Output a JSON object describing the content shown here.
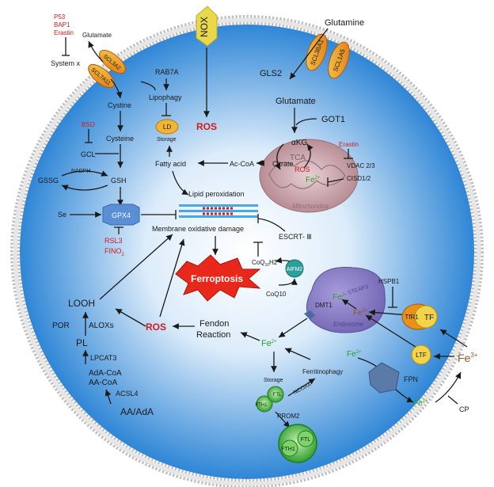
{
  "colors": {
    "cell_fill_center": "#ffffff",
    "cell_fill_edge": "#2f86d6",
    "membrane_head": "#d9d9d9",
    "text": "#1a1a1a",
    "highlight_red": "#d01c1c",
    "iron_green": "#2aa12a",
    "mito_fill": "#c7a0a8",
    "endosome_fill": "#8a7fc4",
    "ferroptosis_red": "#e8281b",
    "transporter_orange": "#e8921b",
    "nox_yellow": "#e8d84a",
    "gpx4_blue": "#5a8fd6"
  },
  "transporters": {
    "nox": "NOX",
    "scl3a2": "SCL3A2",
    "scl7a11": "SCL7A11",
    "scl38a1": "SCL38A1",
    "scl1a5": "SCL1A5"
  },
  "top_left": {
    "p53": "P53",
    "bap1": "BAP1",
    "erastin": "Erastin",
    "system_x": "System x",
    "glutamate": "Glutamate",
    "cystine": "Cystine",
    "bso": "BSO",
    "cysteine": "Cysteine",
    "gcl": "GCL",
    "nadph": "NADPH",
    "gssg": "GSSG",
    "gsh": "GSH",
    "se": "Se",
    "gpx4": "GPX4",
    "rsl3": "RSL3",
    "fino2_main": "FINO",
    "fino2_sub": "2"
  },
  "top_center": {
    "rab7a": "RAB7A",
    "lipophagy": "Lipophagy",
    "ld": "LD",
    "storage": "Storage",
    "ros": "ROS",
    "fatty_acid": "Fatty acid",
    "ac_coa": "Ac-CoA",
    "lipid_peroxidation": "Lipid peroxidation",
    "membrane_damage": "Membrane oxidative damage",
    "ferroptosis": "Ferroptosis"
  },
  "top_right": {
    "glutamine": "Glutamine",
    "gls2": "GLS2",
    "glutamate": "Glutamate",
    "got1": "GOT1",
    "akg": "αKG",
    "tca": "TCA",
    "citrate": "Citrate",
    "ros": "ROS",
    "fe": "Fe",
    "fe_sup": "2+",
    "erastin": "Erastin",
    "vdac": "VDAC 2/3",
    "cisd": "CISD1/2",
    "mitochondria": "Mitochondria"
  },
  "middle_right": {
    "escrt": "ESCRT- Ⅲ",
    "coq_h2_main": "CoQ",
    "coq_h2_sub": "10",
    "coq_h2_tail": "H2",
    "aifm2": "AIFM2",
    "coq10": "CoQ10",
    "hspb1": "HSPB1",
    "dmt1": "DMT1",
    "steap3": "STEAP3",
    "endosome": "Endosome",
    "fe2": "Fe",
    "fe2_sup": "2+",
    "fe3": "Fe",
    "fe3_sup": "3+",
    "tfr1": "TfR1",
    "tf": "TF",
    "ltf": "LTF",
    "fe3_out": "Fe",
    "fe3_out_sup": "3+"
  },
  "bottom_left": {
    "looh": "LOOH",
    "por": "POR",
    "aloxs": "ALOXs",
    "pl": "PL",
    "lpcat3": "LPCAT3",
    "ada_coa": "AdA-CoA",
    "aa_coa": "AA-CoA",
    "acsl4": "ACSL4",
    "aa_ada": "AA/AdA",
    "ros": "ROS",
    "fenton1": "Fendon",
    "fenton2": "Reaction"
  },
  "bottom_center": {
    "fe2": "Fe",
    "fe2_sup": "2+",
    "storage": "Storage",
    "ferritinophagy": "Ferritinophagy",
    "ncoa4": "NCOA4",
    "fth1": "FTH1",
    "ftl": "FTL",
    "prom2": "PROM2",
    "fth1_b": "FTH1",
    "ftl_b": "FTL"
  },
  "bottom_right": {
    "fe2": "Fe",
    "fe2_sup": "2+",
    "fpn": "FPN",
    "fe2_out": "Fe",
    "fe2_out_sup": "2+",
    "cp": "CP"
  }
}
